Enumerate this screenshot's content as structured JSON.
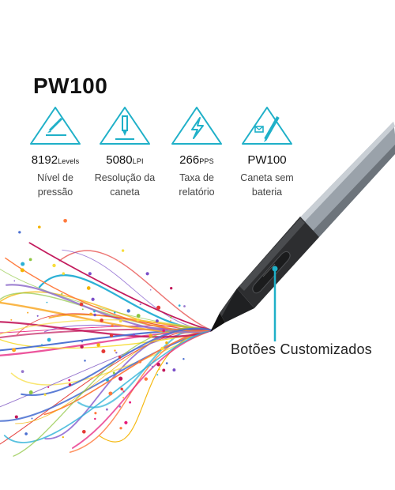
{
  "title": "PW100",
  "features": [
    {
      "icon": "pressure-level-icon",
      "stat_value": "8192",
      "stat_unit": "Levels",
      "desc_lines": [
        "Nível de",
        "pressão"
      ]
    },
    {
      "icon": "pen-resolution-icon",
      "stat_value": "5080",
      "stat_unit": "LPI",
      "desc_lines": [
        "Resolução da",
        "caneta"
      ]
    },
    {
      "icon": "report-rate-icon",
      "stat_value": "266",
      "stat_unit": "PPS",
      "desc_lines": [
        "Taxa de",
        "relatório"
      ]
    },
    {
      "icon": "battery-free-pen-icon",
      "stat_value": "PW100",
      "stat_unit": "",
      "desc_lines": [
        "Caneta sem",
        "bateria"
      ]
    }
  ],
  "callout": "Botões Customizados",
  "colors": {
    "accent": "#1fb0c8",
    "pen_body": "#8b939b",
    "pen_grip": "#2a2b2d"
  }
}
